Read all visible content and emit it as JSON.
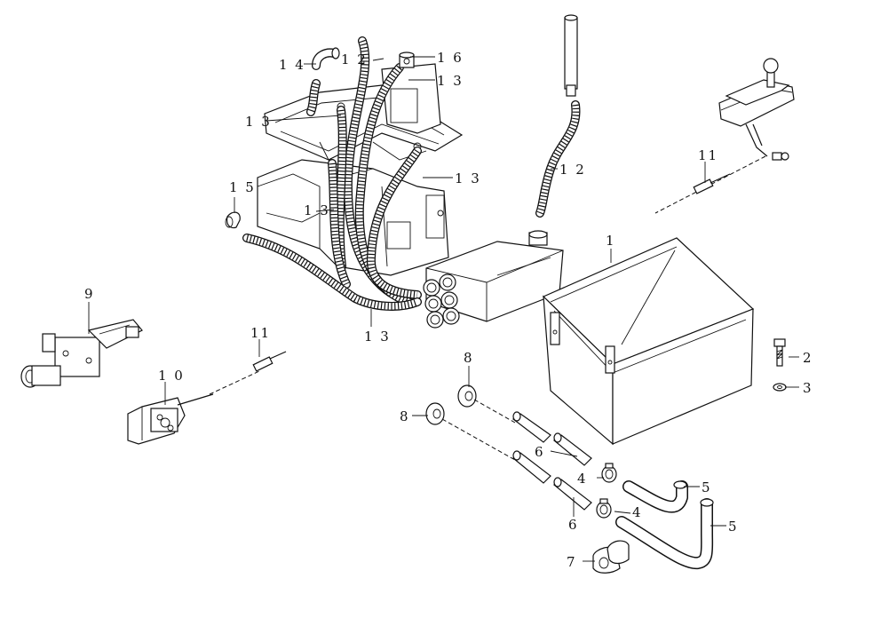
{
  "diagram": {
    "callouts": {
      "battery_box": "1",
      "bolt": "2",
      "washer": "3",
      "clamp_upper": "4",
      "clamp_lower": "4",
      "elbow_hose_upper": "5",
      "elbow_hose_lower": "5",
      "pipe_upper": "6",
      "pipe_lower": "6",
      "clip": "7",
      "grommet_upper": "8",
      "grommet_lower": "8",
      "heater_valve": "9",
      "valve_bracket": "1 0",
      "cable_left": "11",
      "cable_right": "11",
      "defroster_hose": "1 2",
      "top_hose": "1 2",
      "hose_top_right": "1 3",
      "hose_left_upper": "1 3",
      "hose_right_mid": "1 3",
      "hose_left_mid": "1 3",
      "hose_bottom": "1 3",
      "elbow_top": "1 4",
      "elbow_left": "1 5",
      "tee_fitting": "1 6"
    }
  }
}
